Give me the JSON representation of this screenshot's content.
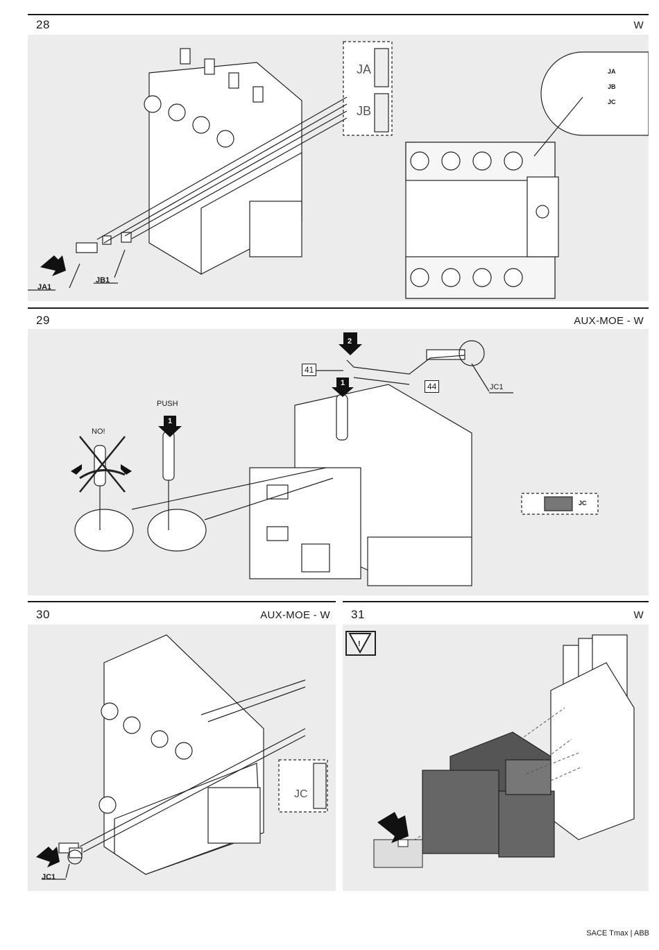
{
  "footer": "SACE Tmax | ABB",
  "steps": [
    {
      "number": "28",
      "tag": "W",
      "callouts": [
        "JA1",
        "JB1"
      ],
      "detail_labels": [
        "JA",
        "JB"
      ],
      "inset_labels": [
        "JA",
        "JB",
        "JC"
      ]
    },
    {
      "number": "29",
      "tag": "AUX-MOE - W",
      "callouts": [
        "41",
        "44",
        "JC1"
      ],
      "step_badges": [
        "2",
        "1",
        "1"
      ],
      "text_labels": {
        "no": "NO!",
        "push": "PUSH"
      },
      "detail_label": "JC"
    },
    {
      "number": "30",
      "tag": "AUX-MOE - W",
      "callouts": [
        "JC1"
      ],
      "detail_label": "JC"
    },
    {
      "number": "31",
      "tag": "W",
      "warning_symbol": "!"
    }
  ]
}
